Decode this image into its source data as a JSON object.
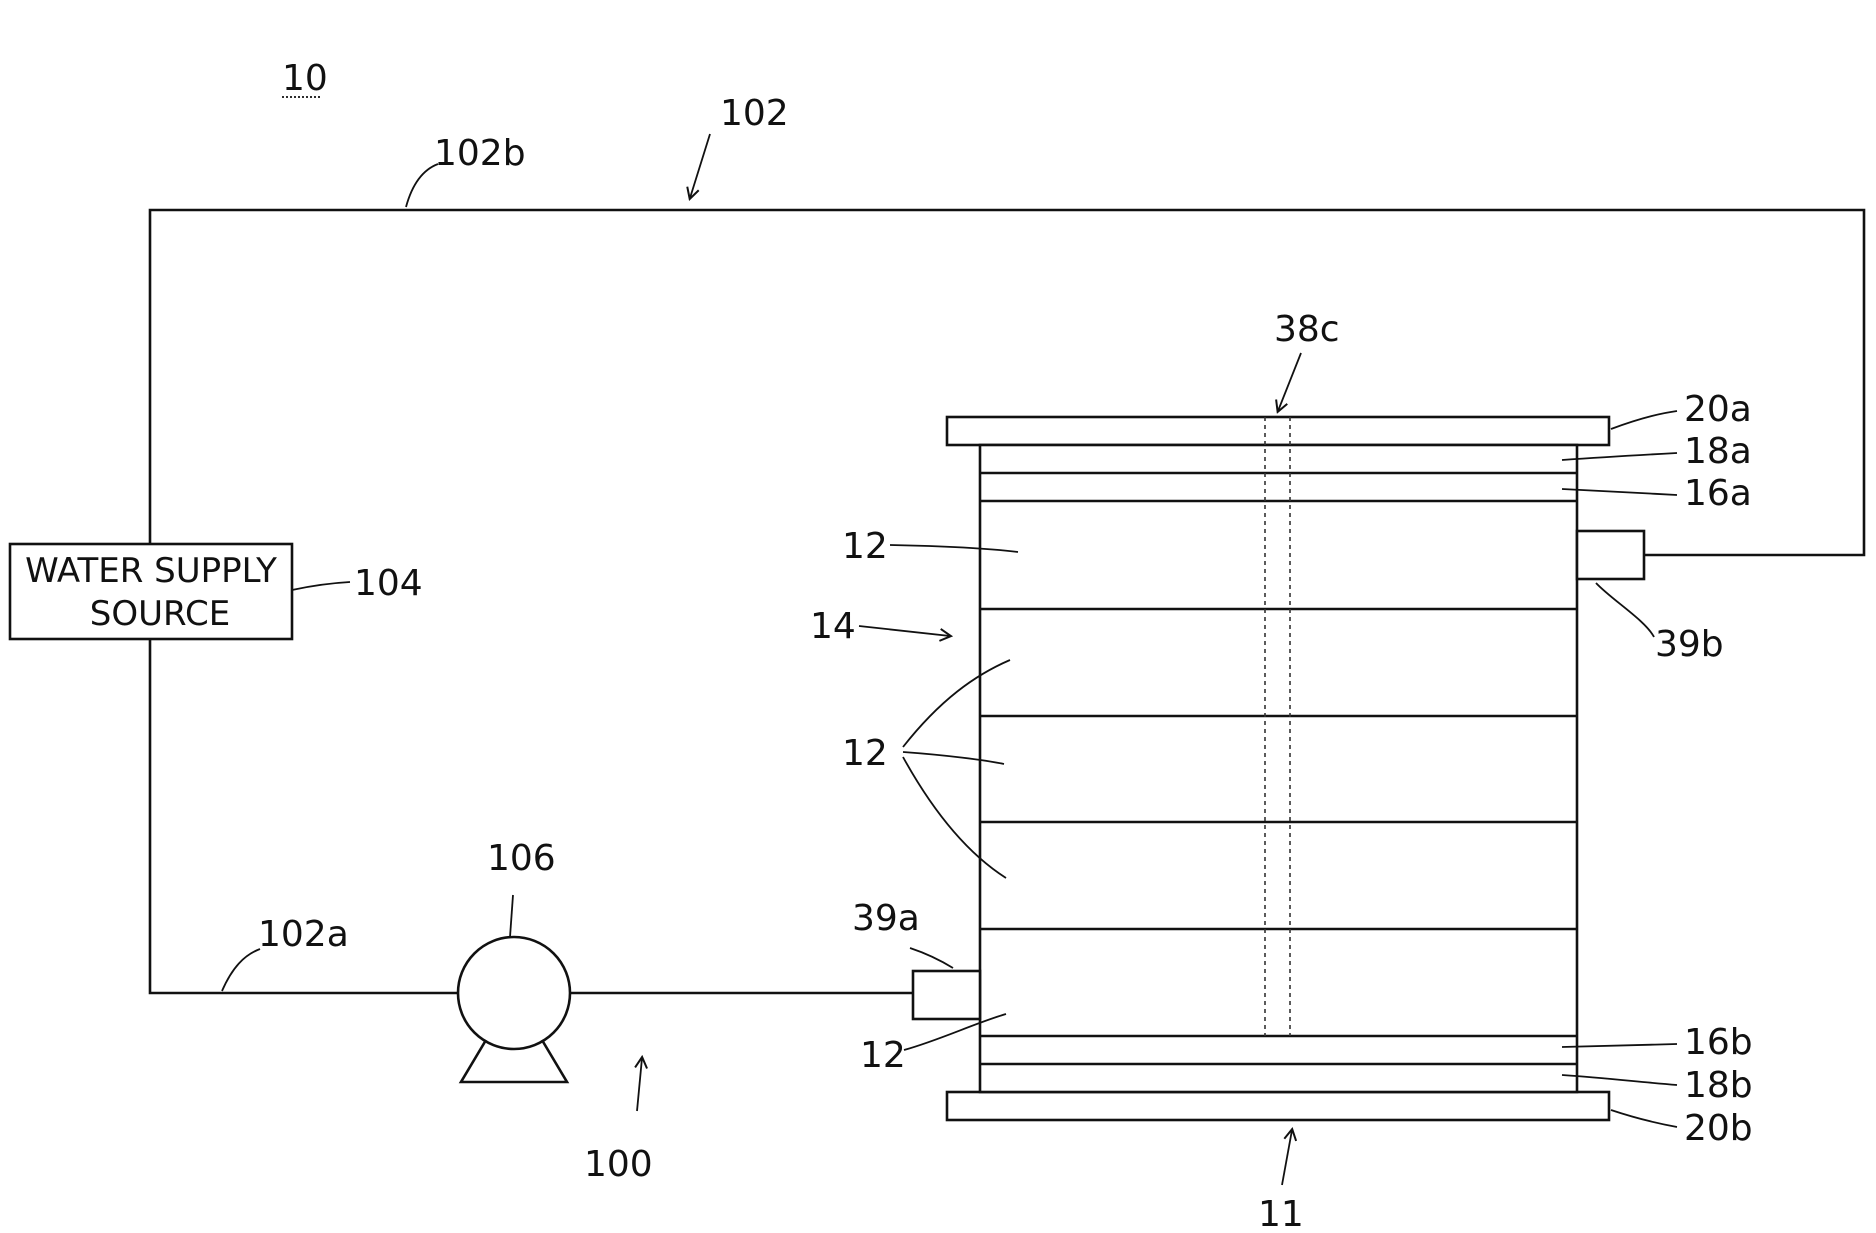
{
  "figure_ref": "10",
  "water_supply": {
    "line1": "WATER SUPPLY",
    "line2": "SOURCE"
  },
  "labels": {
    "ref_102": "102",
    "ref_102b": "102b",
    "ref_102a": "102a",
    "ref_104": "104",
    "ref_106": "106",
    "ref_100": "100",
    "ref_38c": "38c",
    "ref_20a": "20a",
    "ref_18a": "18a",
    "ref_16a": "16a",
    "ref_39b": "39b",
    "ref_12_top": "12",
    "ref_14": "14",
    "ref_12_mid": "12",
    "ref_39a": "39a",
    "ref_12_bottom": "12",
    "ref_16b": "16b",
    "ref_18b": "18b",
    "ref_20b": "20b",
    "ref_11": "11"
  }
}
